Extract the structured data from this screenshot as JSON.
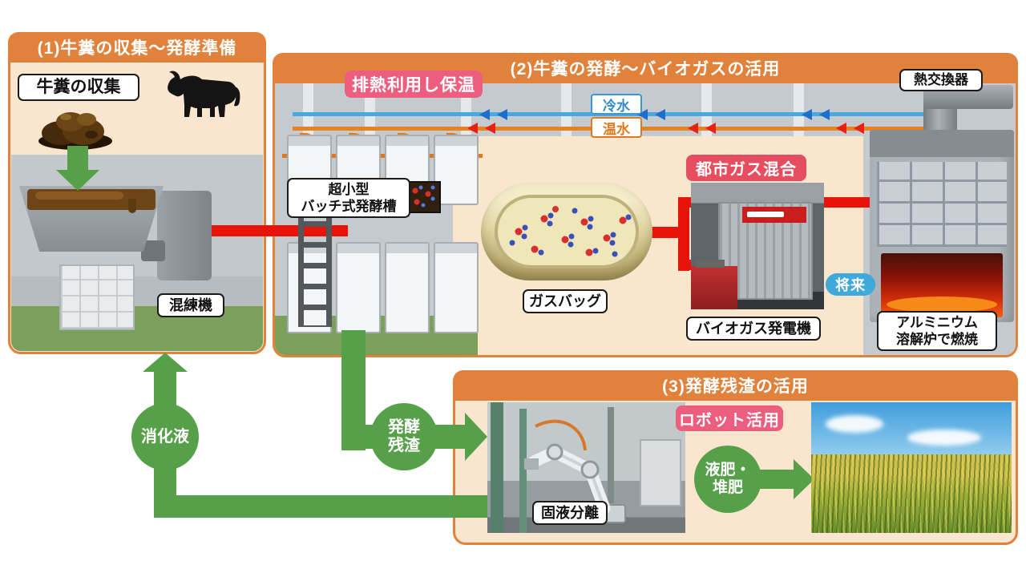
{
  "colors": {
    "panel_border": "#E0823C",
    "panel_bg": "#FAE5CF",
    "header_text": "#FFFFFF",
    "accent_green": "#55A048",
    "flow_red": "#E8140A",
    "accent_pink": "#EB5873",
    "accent_red_pink": "#E64E60",
    "accent_blue": "#3FA9D9",
    "pipe_cold": "#4AA8E0",
    "pipe_warm": "#E8821E"
  },
  "panel1": {
    "title": "(1)牛糞の収集〜発酵準備",
    "collection_label": "牛糞の収集",
    "machine_label": "混練機"
  },
  "panel2": {
    "title": "(2)牛糞の発酵〜バイオガスの活用",
    "heat_retention_label": "排熱利用し保温",
    "cold_water_label": "冷水",
    "warm_water_label": "温水",
    "heat_exchanger_label": "熱交換器",
    "fermenter_label_line1": "超小型",
    "fermenter_label_line2": "バッチ式発酵槽",
    "gas_bag_label": "ガスバッグ",
    "city_gas_label": "都市ガス混合",
    "generator_label": "バイオガス発電機",
    "future_label": "将来",
    "furnace_label_line1": "アルミニウム",
    "furnace_label_line2": "溶解炉で燃焼"
  },
  "panel3": {
    "title": "(3)発酵残渣の活用",
    "robot_label": "ロボット活用",
    "separation_label": "固液分離",
    "fertilizer_label_line1": "液肥・",
    "fertilizer_label_line2": "堆肥"
  },
  "flows": {
    "digestive_fluid_label": "消化液",
    "residue_label_line1": "発酵",
    "residue_label_line2": "残渣"
  }
}
